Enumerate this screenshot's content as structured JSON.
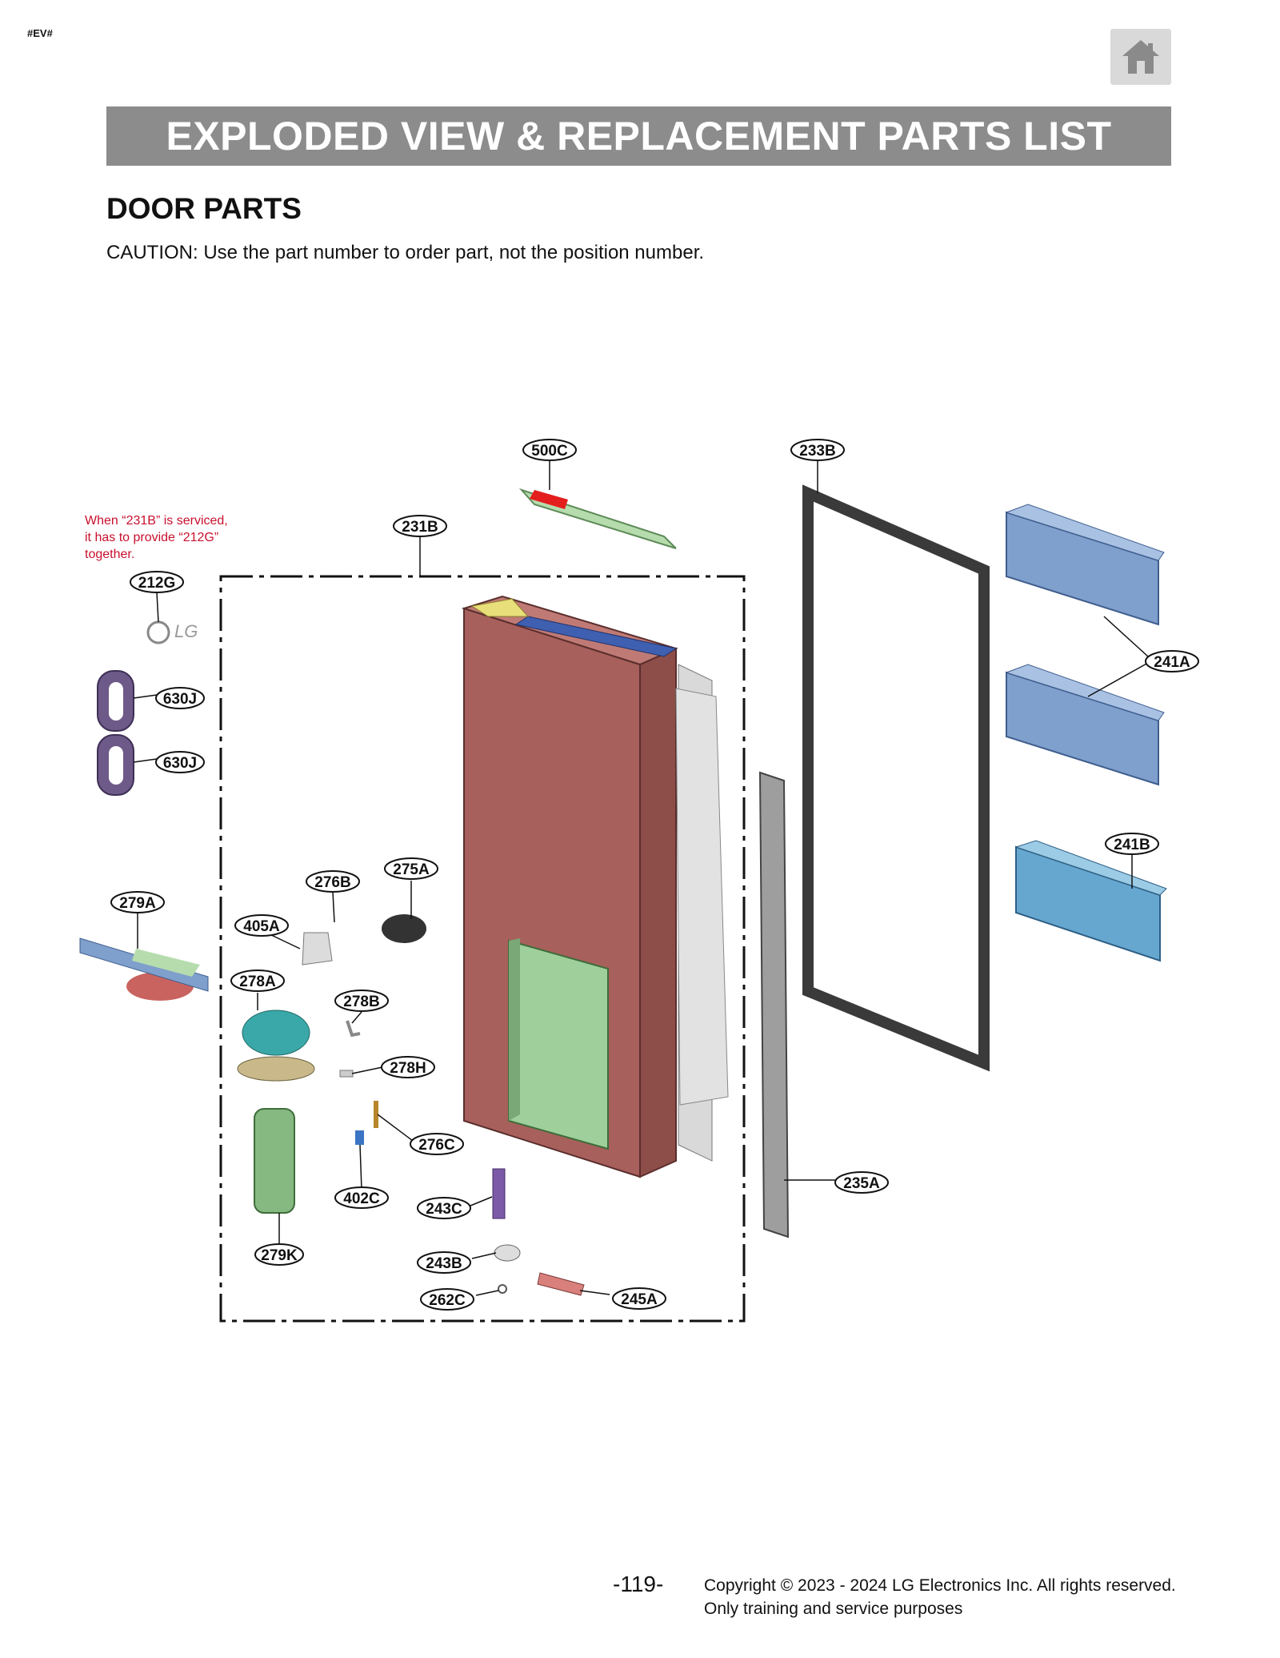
{
  "header": {
    "tag": "#EV#",
    "home_icon": "home-icon",
    "title": "EXPLODED VIEW & REPLACEMENT PARTS LIST"
  },
  "section": {
    "title": "DOOR PARTS",
    "caution": "CAUTION: Use the part number to order part, not the position number."
  },
  "diagram": {
    "service_note": "When “231B” is serviced,\nit has to provide “212G”\ntogether.",
    "logo_text": "LG",
    "callouts": [
      "500C",
      "233B",
      "231B",
      "212G",
      "630J",
      "630J",
      "241A",
      "241B",
      "279A",
      "276B",
      "275A",
      "405A",
      "278A",
      "278B",
      "278H",
      "276C",
      "402C",
      "243C",
      "235A",
      "279K",
      "243B",
      "262C",
      "245A"
    ],
    "colors": {
      "door_panel": "#a8605c",
      "dispenser": "#9fcf9a",
      "bins": "#7f9fcc",
      "bin_lower": "#66a7d0",
      "gasket": "#3a3a3a",
      "note": "#c8102e"
    }
  },
  "footer": {
    "page_number": "-119-",
    "copyright": "Copyright © 2023 - 2024 LG Electronics Inc. All rights reserved.\nOnly training and service purposes"
  }
}
